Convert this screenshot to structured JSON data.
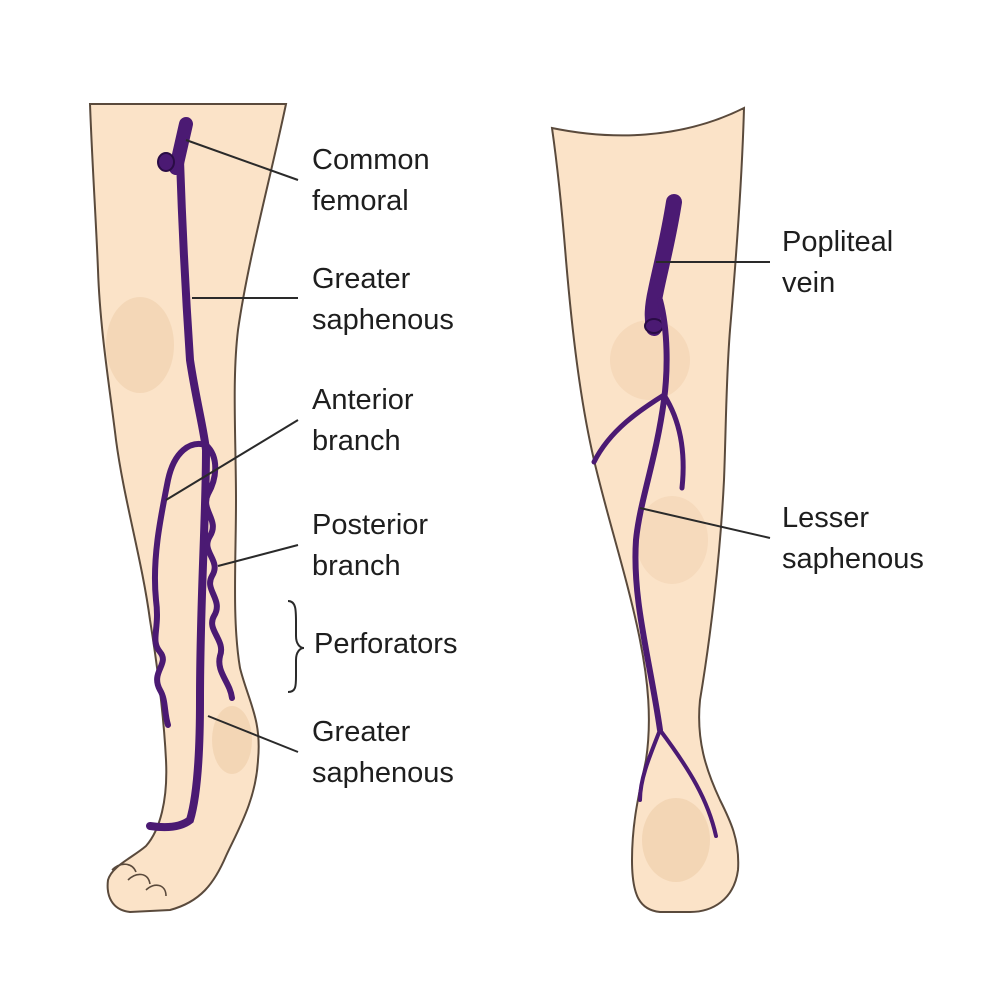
{
  "labels": {
    "common_femoral": [
      "Common",
      "femoral"
    ],
    "greater_saphenous_upper": [
      "Greater",
      "saphenous"
    ],
    "anterior_branch": [
      "Anterior",
      "branch"
    ],
    "posterior_branch": [
      "Posterior",
      "branch"
    ],
    "perforators": "Perforators",
    "greater_saphenous_lower": [
      "Greater",
      "saphenous"
    ],
    "popliteal_vein": [
      "Popliteal",
      "vein"
    ],
    "lesser_saphenous": [
      "Lesser",
      "saphenous"
    ]
  },
  "colors": {
    "skin": "#fbe3c8",
    "skin_shade": "#efcda9",
    "skin_outline": "#5a4a3c",
    "vein": "#4b1a73",
    "vein_outline": "#2a0c45",
    "leader_line": "#2a2a2a",
    "text": "#1e1e1e"
  }
}
